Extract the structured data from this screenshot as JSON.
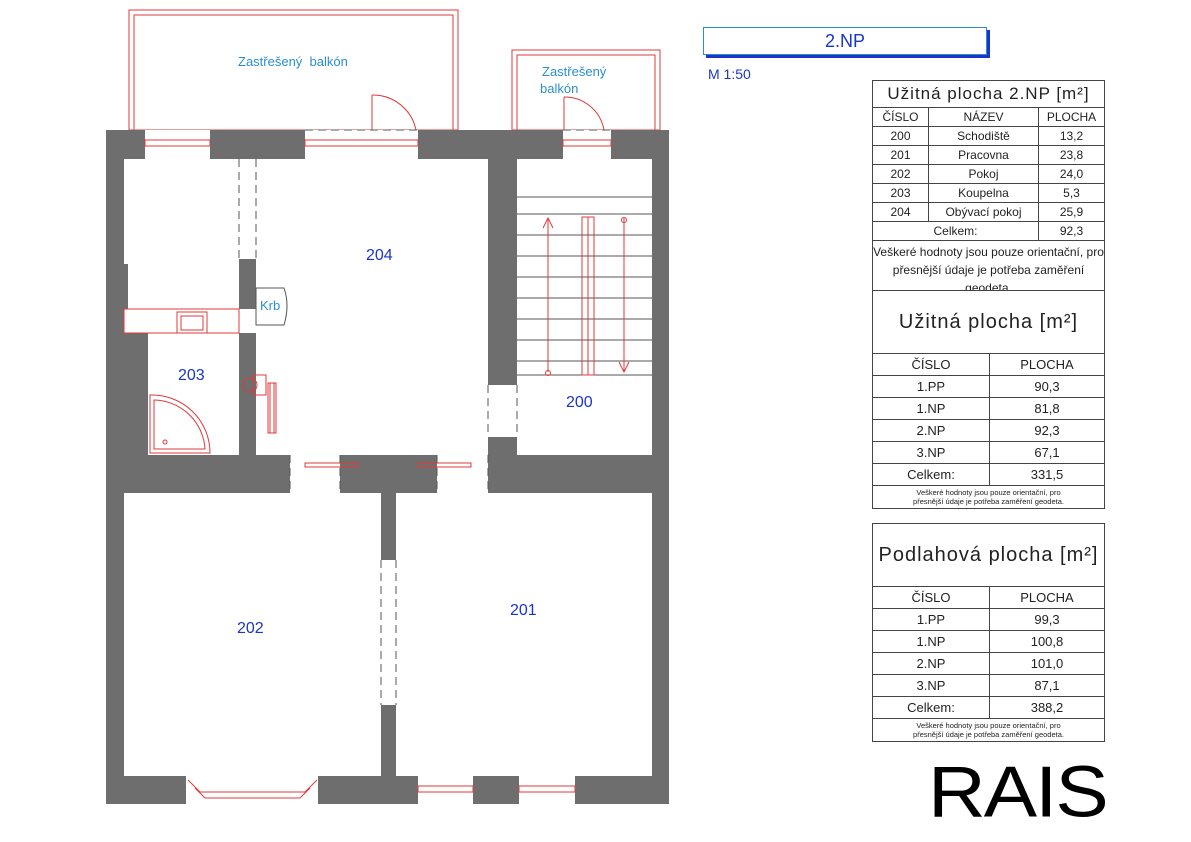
{
  "header": {
    "floor": "2.NP",
    "scale": "M 1:50"
  },
  "plan": {
    "balcony_left": "Zastřešený  balkón",
    "balcony_right": [
      "Zastřešený",
      "balkón"
    ],
    "fireplace": "Krb",
    "rooms": {
      "r200": "200",
      "r201": "201",
      "r202": "202",
      "r203": "203",
      "r204": "204"
    }
  },
  "table_floor": {
    "caption": "Užitná plocha 2.NP [m²]",
    "headers": [
      "ČÍSLO",
      "NÁZEV",
      "PLOCHA"
    ],
    "rows": [
      [
        "200",
        "Schodiště",
        "13,2"
      ],
      [
        "201",
        "Pracovna",
        "23,8"
      ],
      [
        "202",
        "Pokoj",
        "24,0"
      ],
      [
        "203",
        "Koupelna",
        "5,3"
      ],
      [
        "204",
        "Obývací pokoj",
        "25,9"
      ]
    ],
    "total_label": "Celkem:",
    "total_value": "92,3",
    "note": [
      "Veškeré hodnoty jsou pouze orientační, pro",
      "přesnější údaje je potřeba zaměření geodeta."
    ]
  },
  "table_usable": {
    "caption": "Užitná plocha [m²]",
    "headers": [
      "ČÍSLO",
      "PLOCHA"
    ],
    "rows": [
      [
        "1.PP",
        "90,3"
      ],
      [
        "1.NP",
        "81,8"
      ],
      [
        "2.NP",
        "92,3"
      ],
      [
        "3.NP",
        "67,1"
      ]
    ],
    "total_label": "Celkem:",
    "total_value": "331,5",
    "note": [
      "Veškeré hodnoty jsou pouze orientační, pro",
      "přesnější údaje je potřeba zaměření geodeta."
    ]
  },
  "table_floor_area": {
    "caption": "Podlahová plocha [m²]",
    "headers": [
      "ČÍSLO",
      "PLOCHA"
    ],
    "rows": [
      [
        "1.PP",
        "99,3"
      ],
      [
        "1.NP",
        "100,8"
      ],
      [
        "2.NP",
        "101,0"
      ],
      [
        "3.NP",
        "87,1"
      ]
    ],
    "total_label": "Celkem:",
    "total_value": "388,2",
    "note": [
      "Veškeré hodnoty jsou pouze orientační, pro",
      "přesnější údaje je potřeba zaměření geodeta."
    ]
  },
  "logo": "RAIS",
  "colors": {
    "wall": "#6e6e6e",
    "room_label": "#1a35c9",
    "annotation": "#2a8fd0",
    "fixture": "#e03a3a"
  }
}
